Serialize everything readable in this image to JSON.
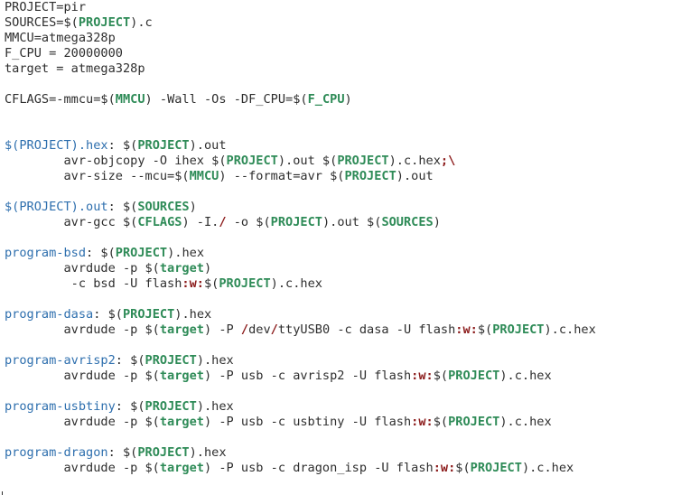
{
  "colors": {
    "text": "#2e2e2e",
    "target": "#2e6fae",
    "variable": "#2e8b57",
    "special": "#8b1a1a",
    "background": "#ffffff"
  },
  "lines": [
    {
      "tokens": [
        {
          "t": "PROJECT=pir",
          "c": "default"
        }
      ]
    },
    {
      "tokens": [
        {
          "t": "SOURCES=$(",
          "c": "default"
        },
        {
          "t": "PROJECT",
          "c": "varname"
        },
        {
          "t": ").c",
          "c": "default"
        }
      ]
    },
    {
      "tokens": [
        {
          "t": "MMCU=atmega328p",
          "c": "default"
        }
      ]
    },
    {
      "tokens": [
        {
          "t": "F_CPU = 20000000",
          "c": "default"
        }
      ]
    },
    {
      "tokens": [
        {
          "t": "target = atmega328p",
          "c": "default"
        }
      ]
    },
    {
      "tokens": []
    },
    {
      "tokens": [
        {
          "t": "CFLAGS=-mmcu=$(",
          "c": "default"
        },
        {
          "t": "MMCU",
          "c": "varname"
        },
        {
          "t": ") -Wall -Os -DF_CPU=$(",
          "c": "default"
        },
        {
          "t": "F_CPU",
          "c": "varname"
        },
        {
          "t": ")",
          "c": "default"
        }
      ]
    },
    {
      "tokens": []
    },
    {
      "tokens": []
    },
    {
      "tokens": [
        {
          "t": "$(PROJECT).hex",
          "c": "target"
        },
        {
          "t": ": $(",
          "c": "default"
        },
        {
          "t": "PROJECT",
          "c": "varname"
        },
        {
          "t": ").out",
          "c": "default"
        }
      ]
    },
    {
      "tokens": [
        {
          "t": "        avr-objcopy -O ihex $(",
          "c": "default"
        },
        {
          "t": "PROJECT",
          "c": "varname"
        },
        {
          "t": ").out $(",
          "c": "default"
        },
        {
          "t": "PROJECT",
          "c": "varname"
        },
        {
          "t": ").c.hex",
          "c": "default"
        },
        {
          "t": ";\\",
          "c": "special"
        }
      ]
    },
    {
      "tokens": [
        {
          "t": "        avr-size --mcu=$(",
          "c": "default"
        },
        {
          "t": "MMCU",
          "c": "varname"
        },
        {
          "t": ") --format=avr $(",
          "c": "default"
        },
        {
          "t": "PROJECT",
          "c": "varname"
        },
        {
          "t": ").out",
          "c": "default"
        }
      ]
    },
    {
      "tokens": []
    },
    {
      "tokens": [
        {
          "t": "$(PROJECT).out",
          "c": "target"
        },
        {
          "t": ": $(",
          "c": "default"
        },
        {
          "t": "SOURCES",
          "c": "varname"
        },
        {
          "t": ")",
          "c": "default"
        }
      ]
    },
    {
      "tokens": [
        {
          "t": "        avr-gcc $(",
          "c": "default"
        },
        {
          "t": "CFLAGS",
          "c": "varname"
        },
        {
          "t": ") -I.",
          "c": "default"
        },
        {
          "t": "/",
          "c": "special"
        },
        {
          "t": " -o $(",
          "c": "default"
        },
        {
          "t": "PROJECT",
          "c": "varname"
        },
        {
          "t": ").out $(",
          "c": "default"
        },
        {
          "t": "SOURCES",
          "c": "varname"
        },
        {
          "t": ")",
          "c": "default"
        }
      ]
    },
    {
      "tokens": []
    },
    {
      "tokens": [
        {
          "t": "program-bsd",
          "c": "target"
        },
        {
          "t": ": $(",
          "c": "default"
        },
        {
          "t": "PROJECT",
          "c": "varname"
        },
        {
          "t": ").hex",
          "c": "default"
        }
      ]
    },
    {
      "tokens": [
        {
          "t": "        avrdude -p $(",
          "c": "default"
        },
        {
          "t": "target",
          "c": "varname"
        },
        {
          "t": ")",
          "c": "default"
        }
      ]
    },
    {
      "tokens": [
        {
          "t": "         -c bsd -U flash",
          "c": "default"
        },
        {
          "t": ":w:",
          "c": "special"
        },
        {
          "t": "$(",
          "c": "default"
        },
        {
          "t": "PROJECT",
          "c": "varname"
        },
        {
          "t": ").c.hex",
          "c": "default"
        }
      ]
    },
    {
      "tokens": []
    },
    {
      "tokens": [
        {
          "t": "program-dasa",
          "c": "target"
        },
        {
          "t": ": $(",
          "c": "default"
        },
        {
          "t": "PROJECT",
          "c": "varname"
        },
        {
          "t": ").hex",
          "c": "default"
        }
      ]
    },
    {
      "tokens": [
        {
          "t": "        avrdude -p $(",
          "c": "default"
        },
        {
          "t": "target",
          "c": "varname"
        },
        {
          "t": ") -P ",
          "c": "default"
        },
        {
          "t": "/",
          "c": "special"
        },
        {
          "t": "dev",
          "c": "default"
        },
        {
          "t": "/",
          "c": "special"
        },
        {
          "t": "ttyUSB0 -c dasa -U flash",
          "c": "default"
        },
        {
          "t": ":w:",
          "c": "special"
        },
        {
          "t": "$(",
          "c": "default"
        },
        {
          "t": "PROJECT",
          "c": "varname"
        },
        {
          "t": ").c.hex",
          "c": "default"
        }
      ]
    },
    {
      "tokens": []
    },
    {
      "tokens": [
        {
          "t": "program-avrisp2",
          "c": "target"
        },
        {
          "t": ": $(",
          "c": "default"
        },
        {
          "t": "PROJECT",
          "c": "varname"
        },
        {
          "t": ").hex",
          "c": "default"
        }
      ]
    },
    {
      "tokens": [
        {
          "t": "        avrdude -p $(",
          "c": "default"
        },
        {
          "t": "target",
          "c": "varname"
        },
        {
          "t": ") -P usb -c avrisp2 -U flash",
          "c": "default"
        },
        {
          "t": ":w:",
          "c": "special"
        },
        {
          "t": "$(",
          "c": "default"
        },
        {
          "t": "PROJECT",
          "c": "varname"
        },
        {
          "t": ").c.hex",
          "c": "default"
        }
      ]
    },
    {
      "tokens": []
    },
    {
      "tokens": [
        {
          "t": "program-usbtiny",
          "c": "target"
        },
        {
          "t": ": $(",
          "c": "default"
        },
        {
          "t": "PROJECT",
          "c": "varname"
        },
        {
          "t": ").hex",
          "c": "default"
        }
      ]
    },
    {
      "tokens": [
        {
          "t": "        avrdude -p $(",
          "c": "default"
        },
        {
          "t": "target",
          "c": "varname"
        },
        {
          "t": ") -P usb -c usbtiny -U flash",
          "c": "default"
        },
        {
          "t": ":w:",
          "c": "special"
        },
        {
          "t": "$(",
          "c": "default"
        },
        {
          "t": "PROJECT",
          "c": "varname"
        },
        {
          "t": ").c.hex",
          "c": "default"
        }
      ]
    },
    {
      "tokens": []
    },
    {
      "tokens": [
        {
          "t": "program-dragon",
          "c": "target"
        },
        {
          "t": ": $(",
          "c": "default"
        },
        {
          "t": "PROJECT",
          "c": "varname"
        },
        {
          "t": ").hex",
          "c": "default"
        }
      ]
    },
    {
      "tokens": [
        {
          "t": "        avrdude -p $(",
          "c": "default"
        },
        {
          "t": "target",
          "c": "varname"
        },
        {
          "t": ") -P usb -c dragon_isp -U flash",
          "c": "default"
        },
        {
          "t": ":w:",
          "c": "special"
        },
        {
          "t": "$(",
          "c": "default"
        },
        {
          "t": "PROJECT",
          "c": "varname"
        },
        {
          "t": ").c.hex",
          "c": "default"
        }
      ]
    }
  ]
}
